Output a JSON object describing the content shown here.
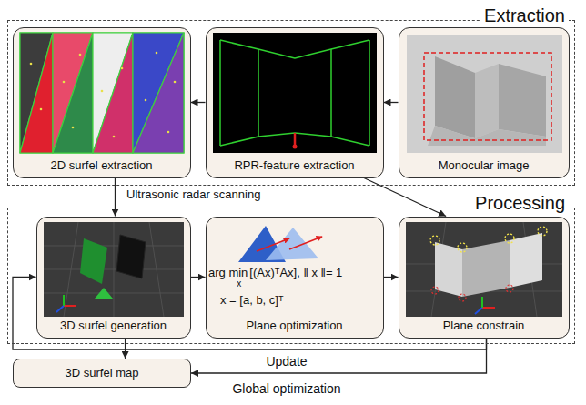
{
  "diagram": {
    "nodes": [
      {
        "text": [
          "Extraction"
        ]
      },
      {
        "text": [
          "2D surfel extraction"
        ],
        "in": 0
      },
      {
        "text": [
          "RPR-feature extraction"
        ],
        "in": 0
      },
      {
        "text": [
          "Monocular image"
        ],
        "in": 0
      },
      {
        "text": [
          "Processing"
        ]
      },
      {
        "text": [
          "3D surfel generation"
        ],
        "in": 4
      },
      {
        "text": [
          "Plane optimization"
        ],
        "in": 4
      },
      {
        "text": [
          "Plane constrain"
        ],
        "in": 4
      },
      {
        "text": [
          "3D surfel map"
        ]
      }
    ],
    "edges": [
      {
        "from": 3,
        "to": 2,
        "arrow": "to"
      },
      {
        "from": 2,
        "to": 1,
        "arrow": "to"
      },
      {
        "from": 1,
        "to": 5,
        "label": "Ultrasonic radar scanning",
        "arrow": "to"
      },
      {
        "from": 2,
        "to": 7,
        "arrow": "to"
      },
      {
        "from": 5,
        "to": 6,
        "arrow": "to"
      },
      {
        "from": 6,
        "to": 7,
        "arrow": "to"
      },
      {
        "from": 7,
        "to": 5,
        "arrow": "to"
      },
      {
        "from": 5,
        "to": 8,
        "arrow": "to"
      },
      {
        "from": 7,
        "to": 8,
        "label": "Update",
        "arrow": "to"
      }
    ],
    "labels": [
      "arg min",
      "x",
      "[(Ax)ᵀAx], ‖ x ‖= 1",
      "x = [a, b, c]ᵀ",
      "Global optimization"
    ]
  }
}
